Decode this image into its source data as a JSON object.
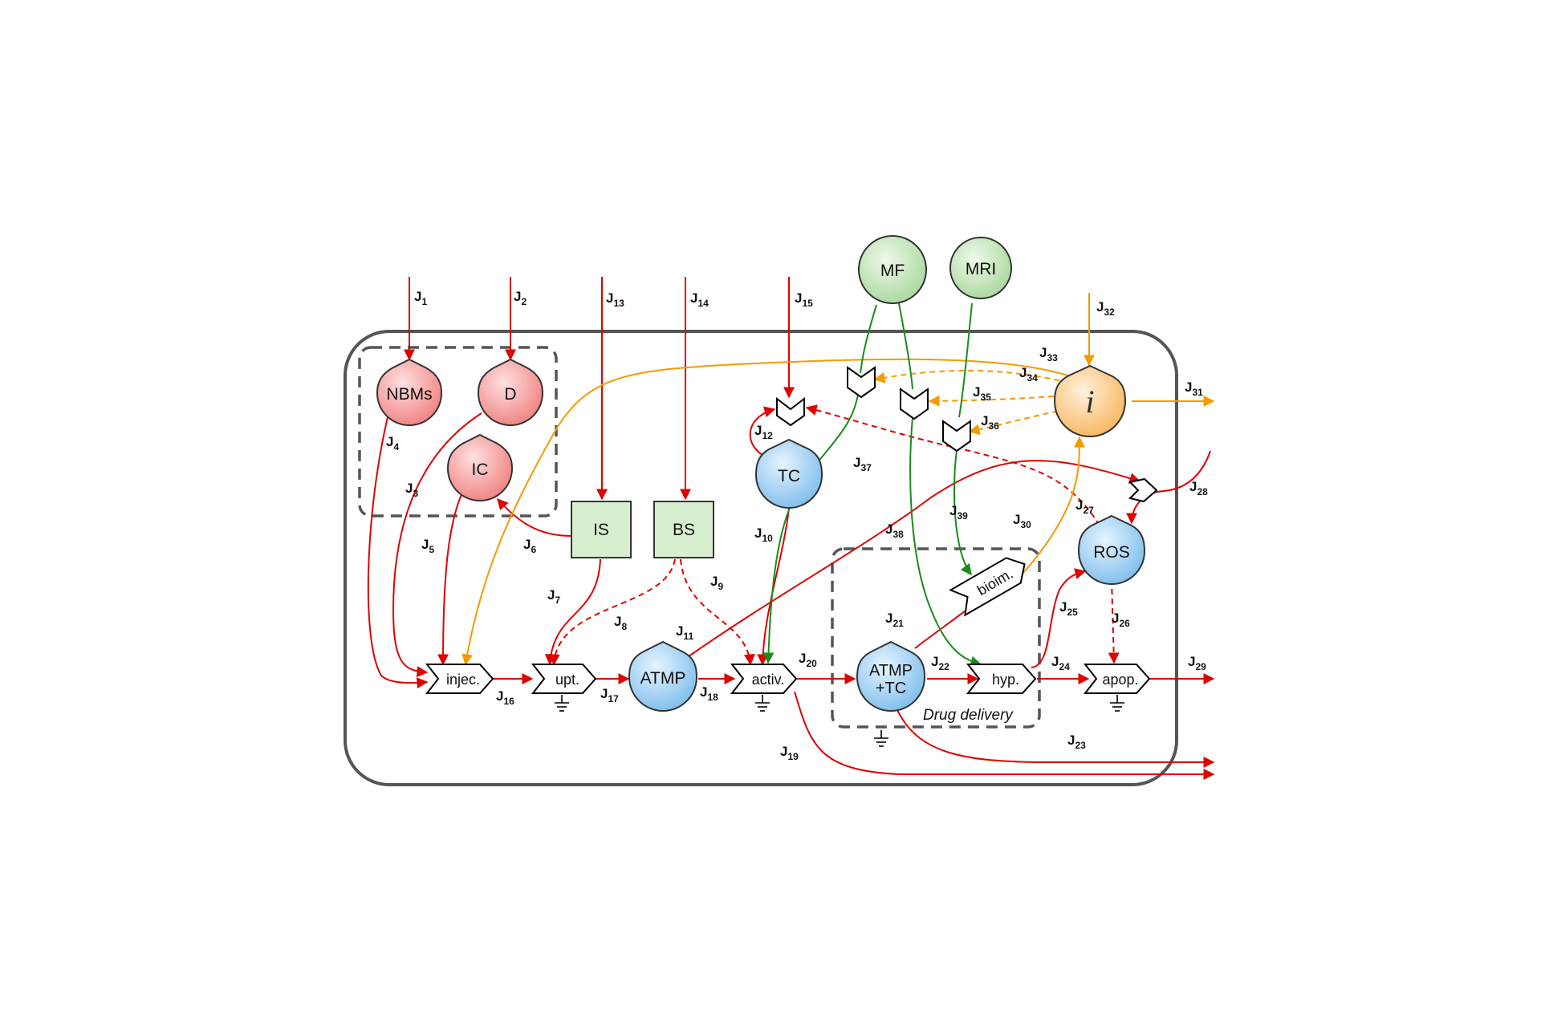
{
  "nodes": {
    "nbms": "NBMs",
    "d": "D",
    "ic": "IC",
    "is": "IS",
    "bs": "BS",
    "tc": "TC",
    "mf": "MF",
    "mri": "MRI",
    "info": "i",
    "atmp": "ATMP",
    "atmp_tc_line1": "ATMP",
    "atmp_tc_line2": "+TC",
    "ros": "ROS"
  },
  "processes": {
    "injec": "injec.",
    "upt": "upt.",
    "activ": "activ.",
    "hyp": "hyp.",
    "apop": "apop.",
    "bioim": "bioim."
  },
  "region_label": "Drug delivery",
  "fluxes": [
    "1",
    "2",
    "3",
    "4",
    "5",
    "6",
    "7",
    "8",
    "9",
    "10",
    "11",
    "12",
    "13",
    "14",
    "15",
    "16",
    "17",
    "18",
    "19",
    "20",
    "21",
    "22",
    "23",
    "24",
    "25",
    "26",
    "27",
    "28",
    "29",
    "30",
    "31",
    "32",
    "33",
    "34",
    "35",
    "36",
    "37",
    "38",
    "39"
  ],
  "flux_prefix": "J",
  "colors": {
    "red_flow": "#e00000",
    "orange_flow": "#f59a00",
    "green_flow": "#1a8c1a",
    "red_node": "#f49a9a",
    "blue_node": "#8ec8f0",
    "green_node": "#b8e0b0",
    "square_node": "#d8efcf",
    "orange_node": "#fbc87a"
  }
}
